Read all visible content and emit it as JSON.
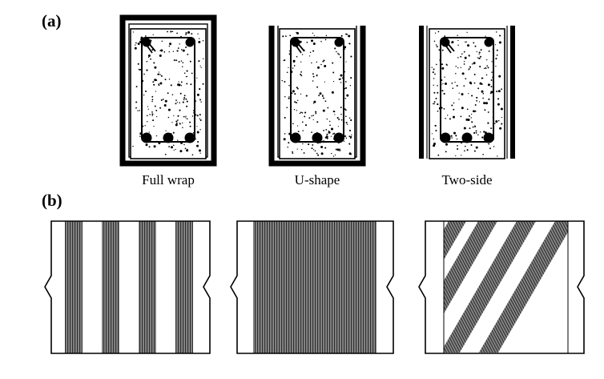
{
  "panel_a": {
    "label": "(a)",
    "sections": [
      {
        "name": "full-wrap",
        "caption": "Full wrap"
      },
      {
        "name": "u-shape",
        "caption": "U-shape"
      },
      {
        "name": "two-side",
        "caption": "Two-side"
      }
    ]
  },
  "panel_b": {
    "label": "(b)",
    "layouts": [
      "discrete-vertical-strips",
      "continuous-sheet",
      "inclined-strips"
    ]
  },
  "colors": {
    "ink": "#000000",
    "frp_fill": "#6e6e6e",
    "frp_line": "#3a3a3a",
    "background": "#ffffff"
  }
}
